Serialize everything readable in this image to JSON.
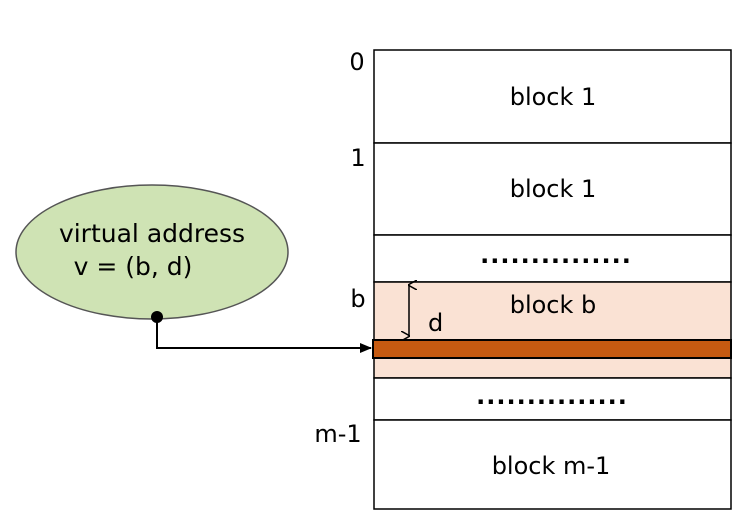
{
  "colors": {
    "oval_fill": "#cfe3b4",
    "oval_stroke": "#555555",
    "block_b_fill": "#fae2d4",
    "entry_fill": "#c55a11",
    "line": "#000000",
    "block_stroke": "#000000"
  },
  "oval": {
    "line1": "virtual address",
    "line2": "v = (b, d)"
  },
  "row_labels": {
    "r0": "0",
    "r1": "1",
    "rb": "b",
    "rm": "m-1"
  },
  "blocks": {
    "block_0": "block 1",
    "block_1": "block 1",
    "block_b": "block b",
    "block_m": "block m-1"
  },
  "offset_label": "d",
  "ellipsis": "..............."
}
